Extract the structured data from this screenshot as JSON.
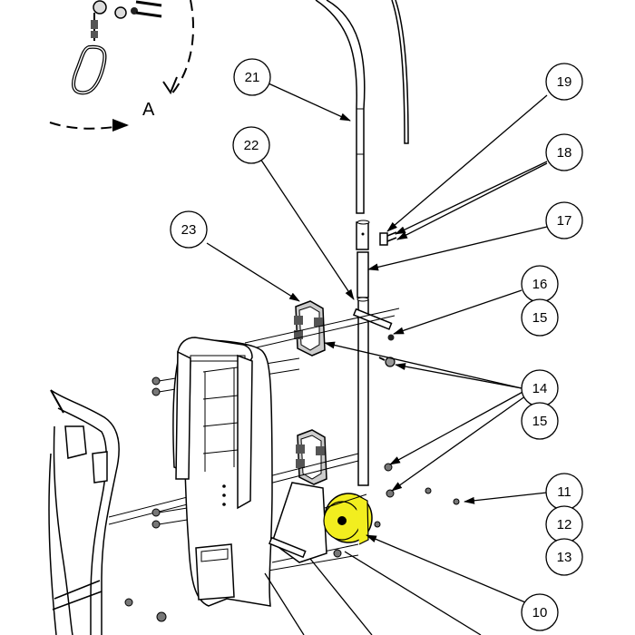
{
  "diagram": {
    "view_label": "A",
    "highlight_color": "#f2ee1f",
    "callouts": [
      {
        "id": "c21",
        "label": "21"
      },
      {
        "id": "c22",
        "label": "22"
      },
      {
        "id": "c23",
        "label": "23"
      },
      {
        "id": "c19",
        "label": "19"
      },
      {
        "id": "c18",
        "label": "18"
      },
      {
        "id": "c17",
        "label": "17"
      },
      {
        "id": "c16",
        "label": "16"
      },
      {
        "id": "c15a",
        "label": "15"
      },
      {
        "id": "c14",
        "label": "14"
      },
      {
        "id": "c15b",
        "label": "15"
      },
      {
        "id": "c11",
        "label": "11"
      },
      {
        "id": "c12",
        "label": "12"
      },
      {
        "id": "c13",
        "label": "13"
      },
      {
        "id": "c10",
        "label": "10"
      }
    ]
  }
}
